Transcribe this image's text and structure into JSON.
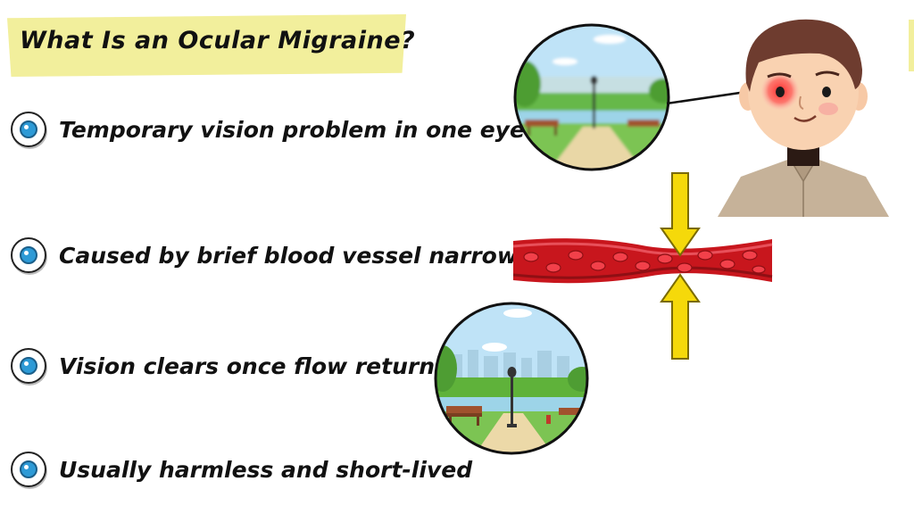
{
  "title": "What Is an Ocular Migraine?",
  "bullets": [
    {
      "text": "Temporary vision problem in one eye",
      "icon": "eye-icon"
    },
    {
      "text": "Caused by brief blood vessel narrowing",
      "icon": "eye-icon"
    },
    {
      "text": "Vision clears once flow returns",
      "icon": "eye-icon"
    },
    {
      "text": "Usually harmless and short-lived",
      "icon": "eye-icon"
    }
  ],
  "colors": {
    "title_highlight": "#f2ef9c",
    "iris": "#2d9ad6",
    "vessel": "#c8161d",
    "arrow": "#f5d90a",
    "sky": "#bfe3f7",
    "grass": "#5fb23a"
  }
}
